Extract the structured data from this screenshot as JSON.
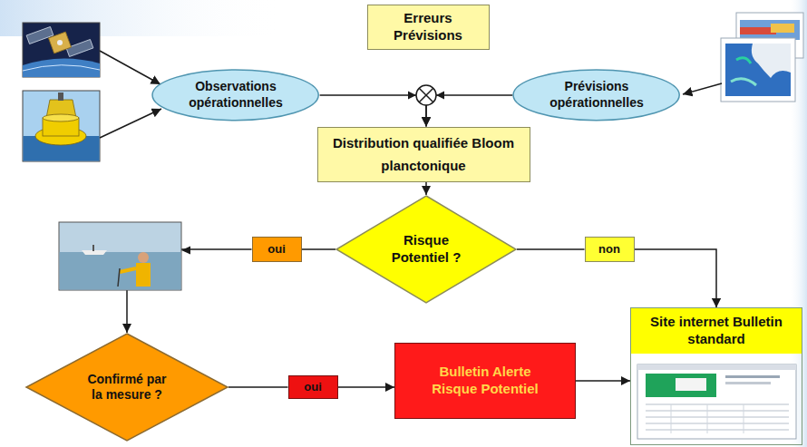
{
  "diagram": {
    "nodes": [
      {
        "text": [
          "Erreurs Prévisions"
        ]
      },
      {
        "text": [
          "Observations opérationnelles"
        ]
      },
      {
        "text": [
          "Prévisions opérationnelles"
        ]
      },
      {
        "text": [
          "Distribution qualifiée Bloom planctonique"
        ]
      },
      {
        "text": [
          "Risque Potentiel ?"
        ]
      },
      {
        "text": [
          "oui"
        ]
      },
      {
        "text": [
          "non"
        ]
      },
      {
        "text": [
          "Confirmé par la mesure ?"
        ]
      },
      {
        "text": [
          "oui"
        ]
      },
      {
        "text": [
          "Bulletin Alerte Risque Potentiel"
        ]
      },
      {
        "text": [
          "Site internet Bulletin standard"
        ]
      }
    ],
    "edges": [
      {
        "from": 1,
        "to": 3,
        "arrow": "to"
      },
      {
        "from": 2,
        "to": 3,
        "arrow": "to"
      },
      {
        "from": 3,
        "to": 4,
        "arrow": "to"
      },
      {
        "from": 4,
        "to": 5,
        "arrow": "none"
      },
      {
        "from": 5,
        "to": 7,
        "arrow": "to"
      },
      {
        "from": 4,
        "to": 6,
        "arrow": "none"
      },
      {
        "from": 6,
        "to": 10,
        "arrow": "to"
      },
      {
        "from": 7,
        "to": 8,
        "arrow": "none"
      },
      {
        "from": 8,
        "to": 9,
        "arrow": "to"
      },
      {
        "from": 9,
        "to": 10,
        "arrow": "to"
      }
    ]
  }
}
